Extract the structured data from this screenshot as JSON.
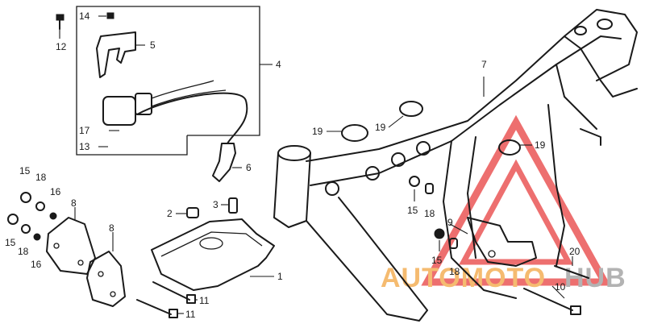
{
  "callouts": {
    "c1": "1",
    "c2": "2",
    "c3": "3",
    "c4": "4",
    "c5": "5",
    "c6": "6",
    "c7": "7",
    "c8a": "8",
    "c8b": "8",
    "c9": "9",
    "c10": "10",
    "c11a": "11",
    "c11b": "11",
    "c12": "12",
    "c13": "13",
    "c14": "14",
    "c15a": "15",
    "c15b": "15",
    "c15c": "15",
    "c15d": "15",
    "c16a": "16",
    "c16b": "16",
    "c17": "17",
    "c18a": "18",
    "c18b": "18",
    "c18c": "18",
    "c18d": "18",
    "c19a": "19",
    "c19b": "19",
    "c19c": "19",
    "c20": "20"
  },
  "watermark": {
    "text_orange": "AUTOMOTO",
    "text_gray": "HUB",
    "color_red": "#e84040",
    "color_orange": "#f2a541",
    "color_gray": "#9a9a9a"
  }
}
